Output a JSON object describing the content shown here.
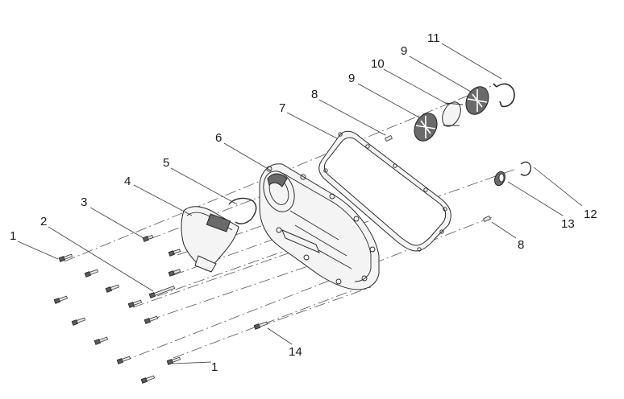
{
  "callouts": [
    {
      "id": "c1a",
      "label": "1"
    },
    {
      "id": "c2",
      "label": "2"
    },
    {
      "id": "c3",
      "label": "3"
    },
    {
      "id": "c4",
      "label": "4"
    },
    {
      "id": "c5",
      "label": "5"
    },
    {
      "id": "c6",
      "label": "6"
    },
    {
      "id": "c7",
      "label": "7"
    },
    {
      "id": "c8a",
      "label": "8"
    },
    {
      "id": "c9a",
      "label": "9"
    },
    {
      "id": "c10",
      "label": "10"
    },
    {
      "id": "c9b",
      "label": "9"
    },
    {
      "id": "c11",
      "label": "11"
    },
    {
      "id": "c12",
      "label": "12"
    },
    {
      "id": "c13",
      "label": "13"
    },
    {
      "id": "c8b",
      "label": "8"
    },
    {
      "id": "c14",
      "label": "14"
    },
    {
      "id": "c1b",
      "label": "1"
    }
  ]
}
